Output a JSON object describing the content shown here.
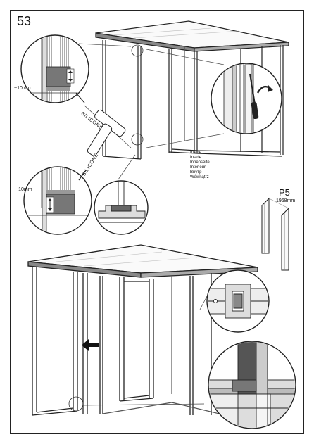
{
  "step_number": "53",
  "labels": {
    "silicone_top": "SILICONE",
    "silicone_bottom": "SILICONE",
    "gap_top": "~10mm",
    "gap_bottom": "~10mm"
  },
  "inside_languages": [
    "Inside",
    "Inside",
    "Innenseite",
    "Intérieur",
    "Внутр",
    "Wewnątrz"
  ],
  "part": {
    "code": "P5",
    "length": "1968mm"
  },
  "icons": [
    "screwdriver-icon",
    "rotate-arrow-icon",
    "push-direction-arrow-icon",
    "adjust-arrow-icon"
  ]
}
